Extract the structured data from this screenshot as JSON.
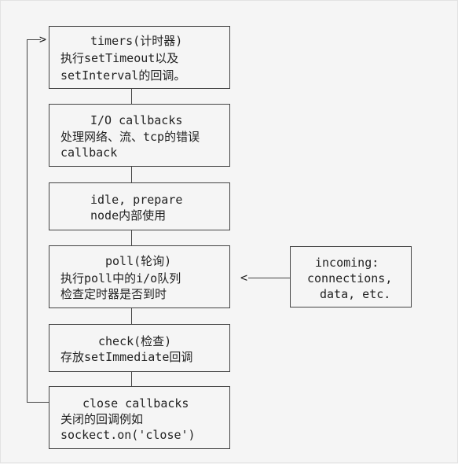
{
  "phases": [
    {
      "id": "timers",
      "lines": [
        "timers(计时器)",
        "执行setTimeout以及",
        "setInterval的回调。"
      ]
    },
    {
      "id": "io-callbacks",
      "lines": [
        "I/O callbacks",
        "处理网络、流、tcp的错误",
        "callback"
      ]
    },
    {
      "id": "idle-prepare",
      "lines": [
        "idle, prepare",
        "node内部使用"
      ]
    },
    {
      "id": "poll",
      "lines": [
        "poll(轮询)",
        "执行poll中的i/o队列",
        "检查定时器是否到时"
      ]
    },
    {
      "id": "check",
      "lines": [
        "check(检查)",
        "存放setImmediate回调"
      ]
    },
    {
      "id": "close-callbacks",
      "lines": [
        "close callbacks",
        "关闭的回调例如",
        "sockect.on('close')"
      ]
    }
  ],
  "incoming": {
    "lines": [
      "incoming:",
      "connections,",
      "data, etc."
    ]
  }
}
